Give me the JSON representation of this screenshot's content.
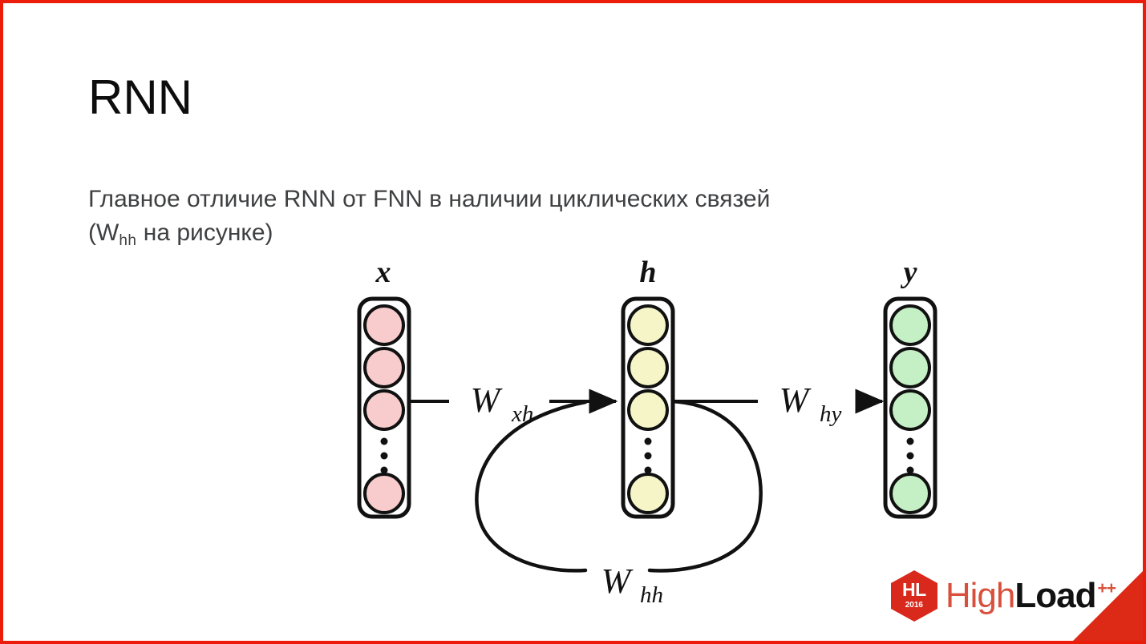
{
  "slide": {
    "title": "RNN",
    "body_line1": "Главное отличие RNN от FNN в наличии циклических связей",
    "body_paren_open": "(W",
    "body_sub": "hh",
    "body_line2_rest": " на рисунке)",
    "border_color": "#ec1c0b",
    "background_color": "#ffffff",
    "title_color": "#0d0d0d",
    "body_color": "#3f4042"
  },
  "diagram": {
    "type": "rnn-architecture",
    "layers": [
      {
        "id": "input",
        "label": "x",
        "fill": "#f8cccc",
        "stroke": "#1a1a1a",
        "visible_nodes": 4,
        "ellipsis_dots": 3,
        "ellipsis_after_node": 3
      },
      {
        "id": "hidden",
        "label": "h",
        "fill": "#f5f5c8",
        "stroke": "#1a1a1a",
        "visible_nodes": 4,
        "ellipsis_dots": 3,
        "ellipsis_after_node": 3
      },
      {
        "id": "output",
        "label": "y",
        "fill": "#c5f0c5",
        "stroke": "#1a1a1a",
        "visible_nodes": 4,
        "ellipsis_dots": 3,
        "ellipsis_after_node": 3
      }
    ],
    "connections": [
      {
        "id": "input-to-hidden",
        "label": "W",
        "sub": "xh",
        "from": "input",
        "to": "hidden",
        "style": "arrow"
      },
      {
        "id": "hidden-to-output",
        "label": "W",
        "sub": "hy",
        "from": "hidden",
        "to": "output",
        "style": "arrow"
      },
      {
        "id": "hidden-recurrent",
        "label": "W",
        "sub": "hh",
        "from": "hidden",
        "to": "hidden",
        "style": "loop"
      }
    ]
  },
  "logo": {
    "hex_text": "HL",
    "hex_year": "2016",
    "word_high": "High",
    "word_load": "Load",
    "word_plus": "++",
    "hex_color": "#d8291c",
    "high_color": "#d8503c",
    "load_color": "#121212",
    "corner_color": "#dc2a17"
  }
}
